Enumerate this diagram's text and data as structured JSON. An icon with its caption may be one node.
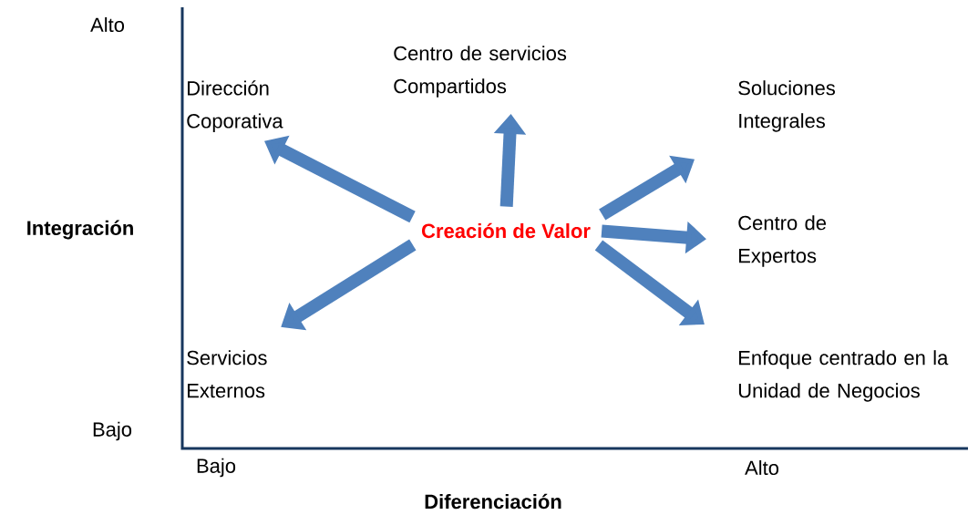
{
  "diagram": {
    "nodes": [
      {
        "text": [
          "Creación de Valor"
        ]
      },
      {
        "text": [
          "Dirección Coporativa"
        ]
      },
      {
        "text": [
          "Centro de servicios Compartidos"
        ]
      },
      {
        "text": [
          "Soluciones Integrales"
        ]
      },
      {
        "text": [
          "Centro de Expertos"
        ]
      },
      {
        "text": [
          "Servicios Externos"
        ]
      },
      {
        "text": [
          "Enfoque centrado en la Unidad de Negocios"
        ]
      }
    ],
    "edges": [
      {
        "from": 0,
        "to": 1,
        "arrow": "to"
      },
      {
        "from": 0,
        "to": 2,
        "arrow": "to"
      },
      {
        "from": 0,
        "to": 3,
        "arrow": "to"
      },
      {
        "from": 0,
        "to": 4,
        "arrow": "to"
      },
      {
        "from": 0,
        "to": 5,
        "arrow": "to"
      },
      {
        "from": 0,
        "to": 6,
        "arrow": "to"
      }
    ],
    "labels": [
      "Alto",
      "Integración",
      "Bajo",
      "Bajo",
      "Alto",
      "Diferenciación"
    ]
  }
}
